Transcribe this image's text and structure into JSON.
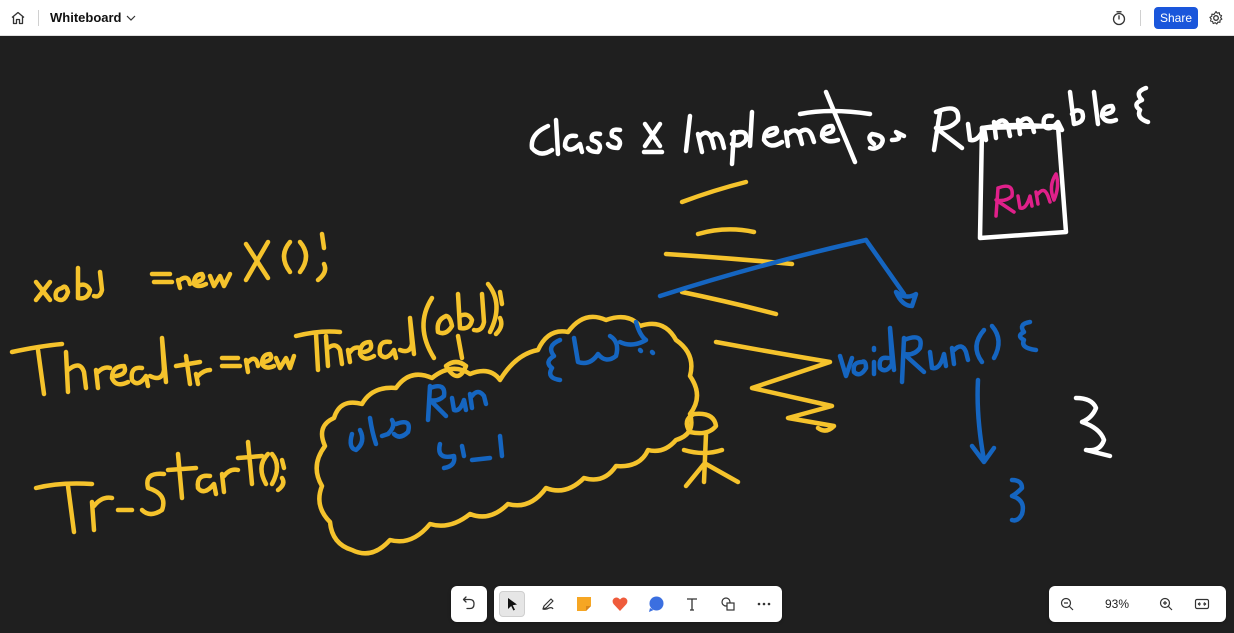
{
  "header": {
    "title": "Whiteboard",
    "share_label": "Share",
    "icons": [
      "home-icon",
      "chevron-down-icon",
      "timer-icon",
      "settings-icon"
    ]
  },
  "toolbar": {
    "tools": [
      "undo-icon",
      "select-icon",
      "pen-icon",
      "sticky-note-icon",
      "reaction-icon",
      "comment-icon",
      "text-icon",
      "shapes-icon",
      "more-icon"
    ],
    "selected_tool": "select"
  },
  "zoom": {
    "value": "93%"
  },
  "colors": {
    "canvas_background": "#1f1f1f",
    "ink_yellow": "#f5c32c",
    "ink_blue": "#1565c0",
    "ink_white": "#ffffff",
    "ink_pink": "#e0208a",
    "accent": "#1a56db"
  }
}
